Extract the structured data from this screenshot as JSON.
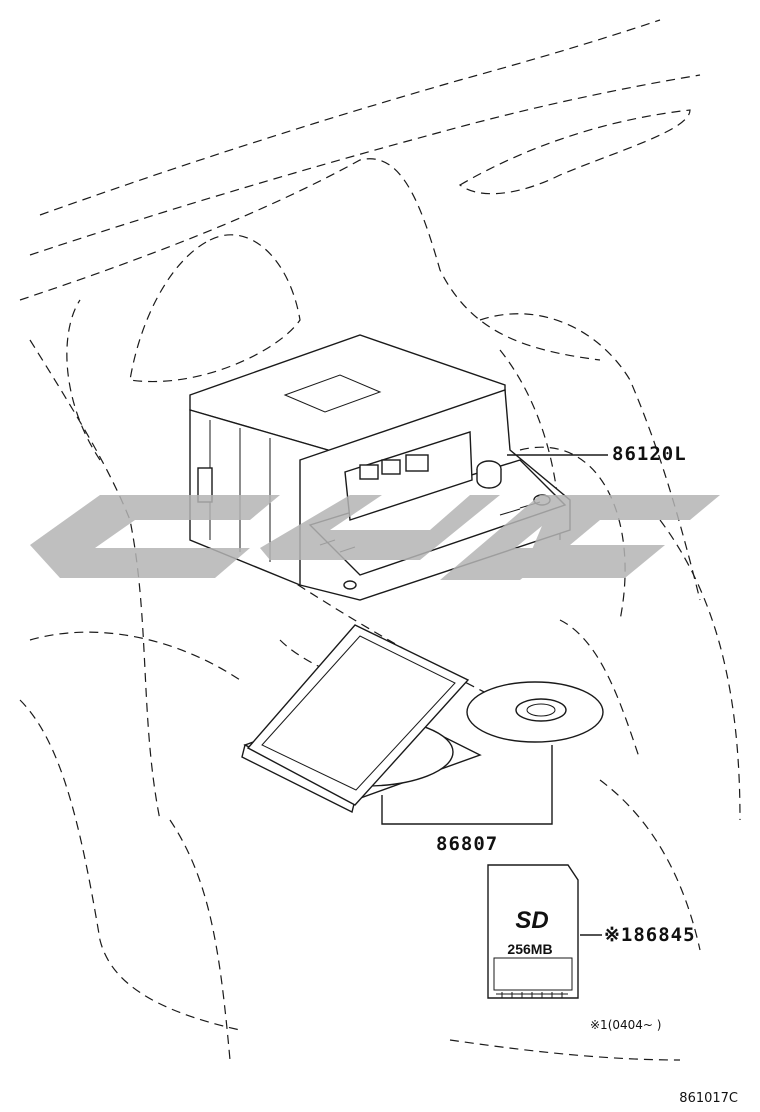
{
  "parts": [
    {
      "part_number": "86120L"
    },
    {
      "part_number": "86807"
    },
    {
      "part_number": "※186845"
    }
  ],
  "sd_card": {
    "brand": "SD",
    "capacity": "256MB"
  },
  "note": "※1(0404~       )",
  "diagram_code": "861017C",
  "watermark_color": "#b4b4b4"
}
